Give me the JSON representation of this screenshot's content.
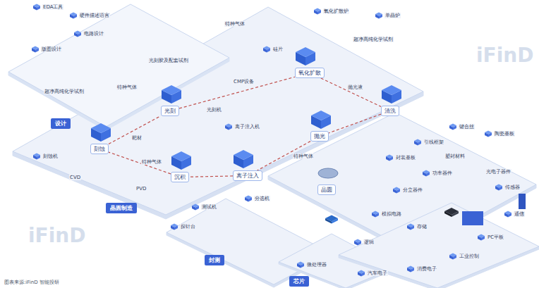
{
  "diagram": {
    "caption": "图表来源:iFinD 智能投研",
    "nodes": [
      {
        "text": [
          "设计"
        ]
      },
      {
        "text": [
          "光刻"
        ]
      },
      {
        "text": [
          "氧化扩散"
        ]
      },
      {
        "text": [
          "清洗"
        ]
      },
      {
        "text": [
          "刻蚀"
        ]
      },
      {
        "text": [
          "抛光"
        ]
      },
      {
        "text": [
          "沉积"
        ]
      },
      {
        "text": [
          "离子注入"
        ]
      },
      {
        "text": [
          "晶圆制造"
        ]
      },
      {
        "text": [
          "晶圆"
        ]
      },
      {
        "text": [
          "封测"
        ]
      },
      {
        "text": [
          "芯片"
        ]
      }
    ],
    "edges": [
      {
        "from": 4,
        "to": 1,
        "arrow": "none"
      },
      {
        "from": 1,
        "to": 2,
        "arrow": "none"
      },
      {
        "from": 2,
        "to": 3,
        "arrow": "none"
      },
      {
        "from": 3,
        "to": 5,
        "arrow": "none"
      },
      {
        "from": 5,
        "to": 7,
        "arrow": "none"
      },
      {
        "from": 7,
        "to": 6,
        "arrow": "none"
      },
      {
        "from": 6,
        "to": 4,
        "arrow": "none"
      }
    ],
    "labels": [
      "EDA工具",
      "硬件描述语言",
      "电路设计",
      "版图设计",
      "超净高纯化学试剂",
      "特种气体",
      "光刻胶及配套试剂",
      "光刻机",
      "CMP设备",
      "特种气体",
      "硅片",
      "氧化扩散炉",
      "单晶炉",
      "超净高纯化学试剂",
      "抛光液",
      "离子注入机",
      "特种气体",
      "靶材",
      "刻蚀机",
      "CVD",
      "PVD",
      "特种气体",
      "引线框架",
      "键合丝",
      "陶瓷基板",
      "封装基板",
      "塑封材料",
      "功率器件",
      "分立器件",
      "光电子器件",
      "传感器",
      "模拟电路",
      "存储",
      "逻辑",
      "微处理器",
      "测试机",
      "分选机",
      "探针台",
      "PC平板",
      "通信",
      "工业控制",
      "消费电子",
      "汽车电子",
      "iFinD",
      "iFinD"
    ]
  }
}
